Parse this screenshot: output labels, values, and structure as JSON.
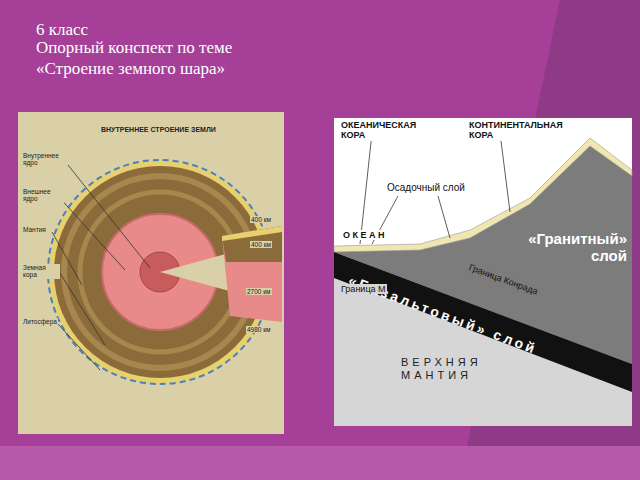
{
  "diagram": {
    "title": "Опорный конспект по теме «Строение земного шара»",
    "labels": [
      "6 класс",
      "ВНУТРЕННЕЕ СТРОЕНИЕ ЗЕМЛИ",
      "Внутреннее ядро",
      "Внешнее ядро",
      "Мантия",
      "Земная кора",
      "Литосфера",
      "400 км",
      "400 км",
      "2700 км",
      "4980 км",
      "ОКЕАНИЧЕСКАЯ КОРА",
      "КОНТИНЕНТАЛЬНАЯ КОРА",
      "Осадочный слой",
      "О К Е А Н",
      "«Гранитный» слой",
      "«Базальтовый» слой",
      "Граница Конрада",
      "Граница М",
      "ВЕРХНЯЯ МАНТИЯ"
    ]
  }
}
